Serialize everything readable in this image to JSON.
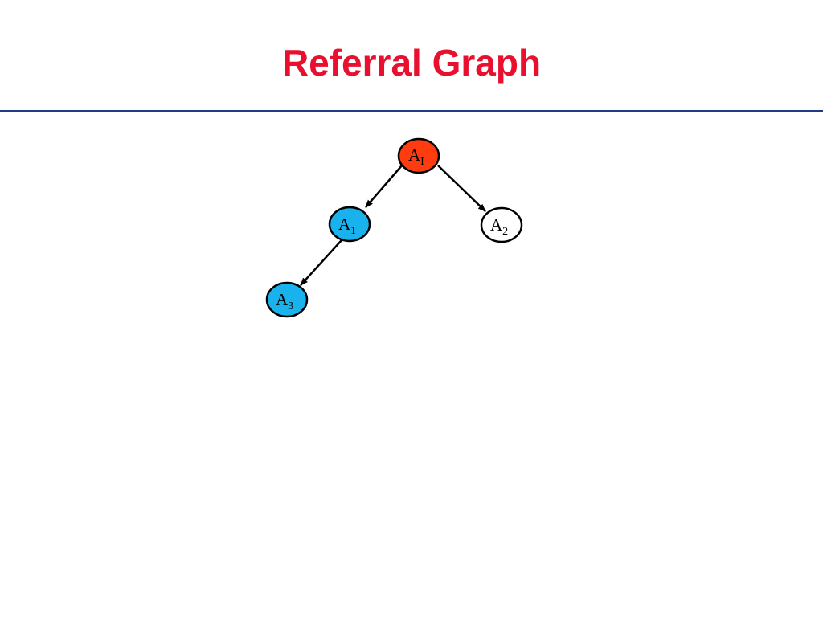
{
  "slide": {
    "title": "Referral Graph",
    "title_color": "#e8102e",
    "rule_color": "#1f3c88"
  },
  "graph": {
    "nodes": [
      {
        "id": "AI",
        "label": "A",
        "subscript": "I",
        "fill": "#ff3b10"
      },
      {
        "id": "A1",
        "label": "A",
        "subscript": "1",
        "fill": "#1ab2ec"
      },
      {
        "id": "A2",
        "label": "A",
        "subscript": "2",
        "fill": "#ffffff"
      },
      {
        "id": "A3",
        "label": "A",
        "subscript": "3",
        "fill": "#1ab2ec"
      }
    ],
    "edges": [
      {
        "from": "AI",
        "to": "A1"
      },
      {
        "from": "AI",
        "to": "A2"
      },
      {
        "from": "A1",
        "to": "A3"
      }
    ]
  }
}
